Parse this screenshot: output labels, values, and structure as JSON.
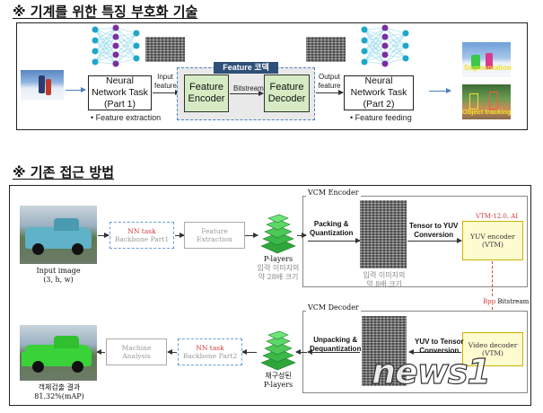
{
  "section1": {
    "heading": "※ 기계를 위한 특징 부호화 기술",
    "nn1": {
      "line1": "Neural",
      "line2": "Network Task",
      "line3": "(Part 1)"
    },
    "nn1_note": "• Feature extraction",
    "input_label_1": "Input",
    "input_label_2": "feature",
    "codec_title": "Feature 코덱",
    "encoder": {
      "line1": "Feature",
      "line2": "Encoder"
    },
    "bitstream": "Bitstream",
    "decoder": {
      "line1": "Feature",
      "line2": "Decoder"
    },
    "output_label_1": "Output",
    "output_label_2": "feature",
    "nn2": {
      "line1": "Neural",
      "line2": "Network Task",
      "line3": "(Part 2)"
    },
    "nn2_note": "• Feature feeding",
    "result1": "Segmentation",
    "result2": "Object tracking"
  },
  "section2": {
    "heading": "※ 기존 접근 방법",
    "input_caption_1": "Input image",
    "input_caption_2": "(3, h, w)",
    "nn_top": {
      "line1": "NN task",
      "line2": "Backbone Part1"
    },
    "feat_ext": {
      "line1": "Feature",
      "line2": "Extraction"
    },
    "player_caption_1": "P-layers",
    "player_caption_2": "입력 이미지의",
    "player_caption_3": "약 28배 크기",
    "encoder_group": "VCM Encoder",
    "packing_1": "Packing &",
    "packing_2": "Quantization",
    "encoder_img_caption_1": "입력 이미지의",
    "encoder_img_caption_2": "약 8배 크기",
    "tensor_yuv_1": "Tensor to YUV",
    "tensor_yuv_2": "Conversion",
    "vtm_label": "VTM-12.0, AI",
    "yuv_encoder_1": "YUV encoder",
    "yuv_encoder_2": "(VTM)",
    "bitstream": "Bitstream",
    "bitstream_prefix": "Bpp",
    "decoder_group": "VCM Decoder",
    "unpacking_1": "Unpacking &",
    "unpacking_2": "Dequantization",
    "yuv_tensor_1": "YUV to Tensor",
    "yuv_tensor_2": "Conversion",
    "video_decoder_1": "Video decoder",
    "video_decoder_2": "(VTM)",
    "nn_bottom": {
      "line1": "NN task",
      "line2": "Backbone Part2"
    },
    "machine": {
      "line1": "Machine",
      "line2": "Analysis"
    },
    "recon_caption_1": "재구성된",
    "recon_caption_2": "P-layers",
    "output_caption_1": "객체검출 결과",
    "output_caption_2": "81.32%(mAP)"
  },
  "watermark": "news1"
}
